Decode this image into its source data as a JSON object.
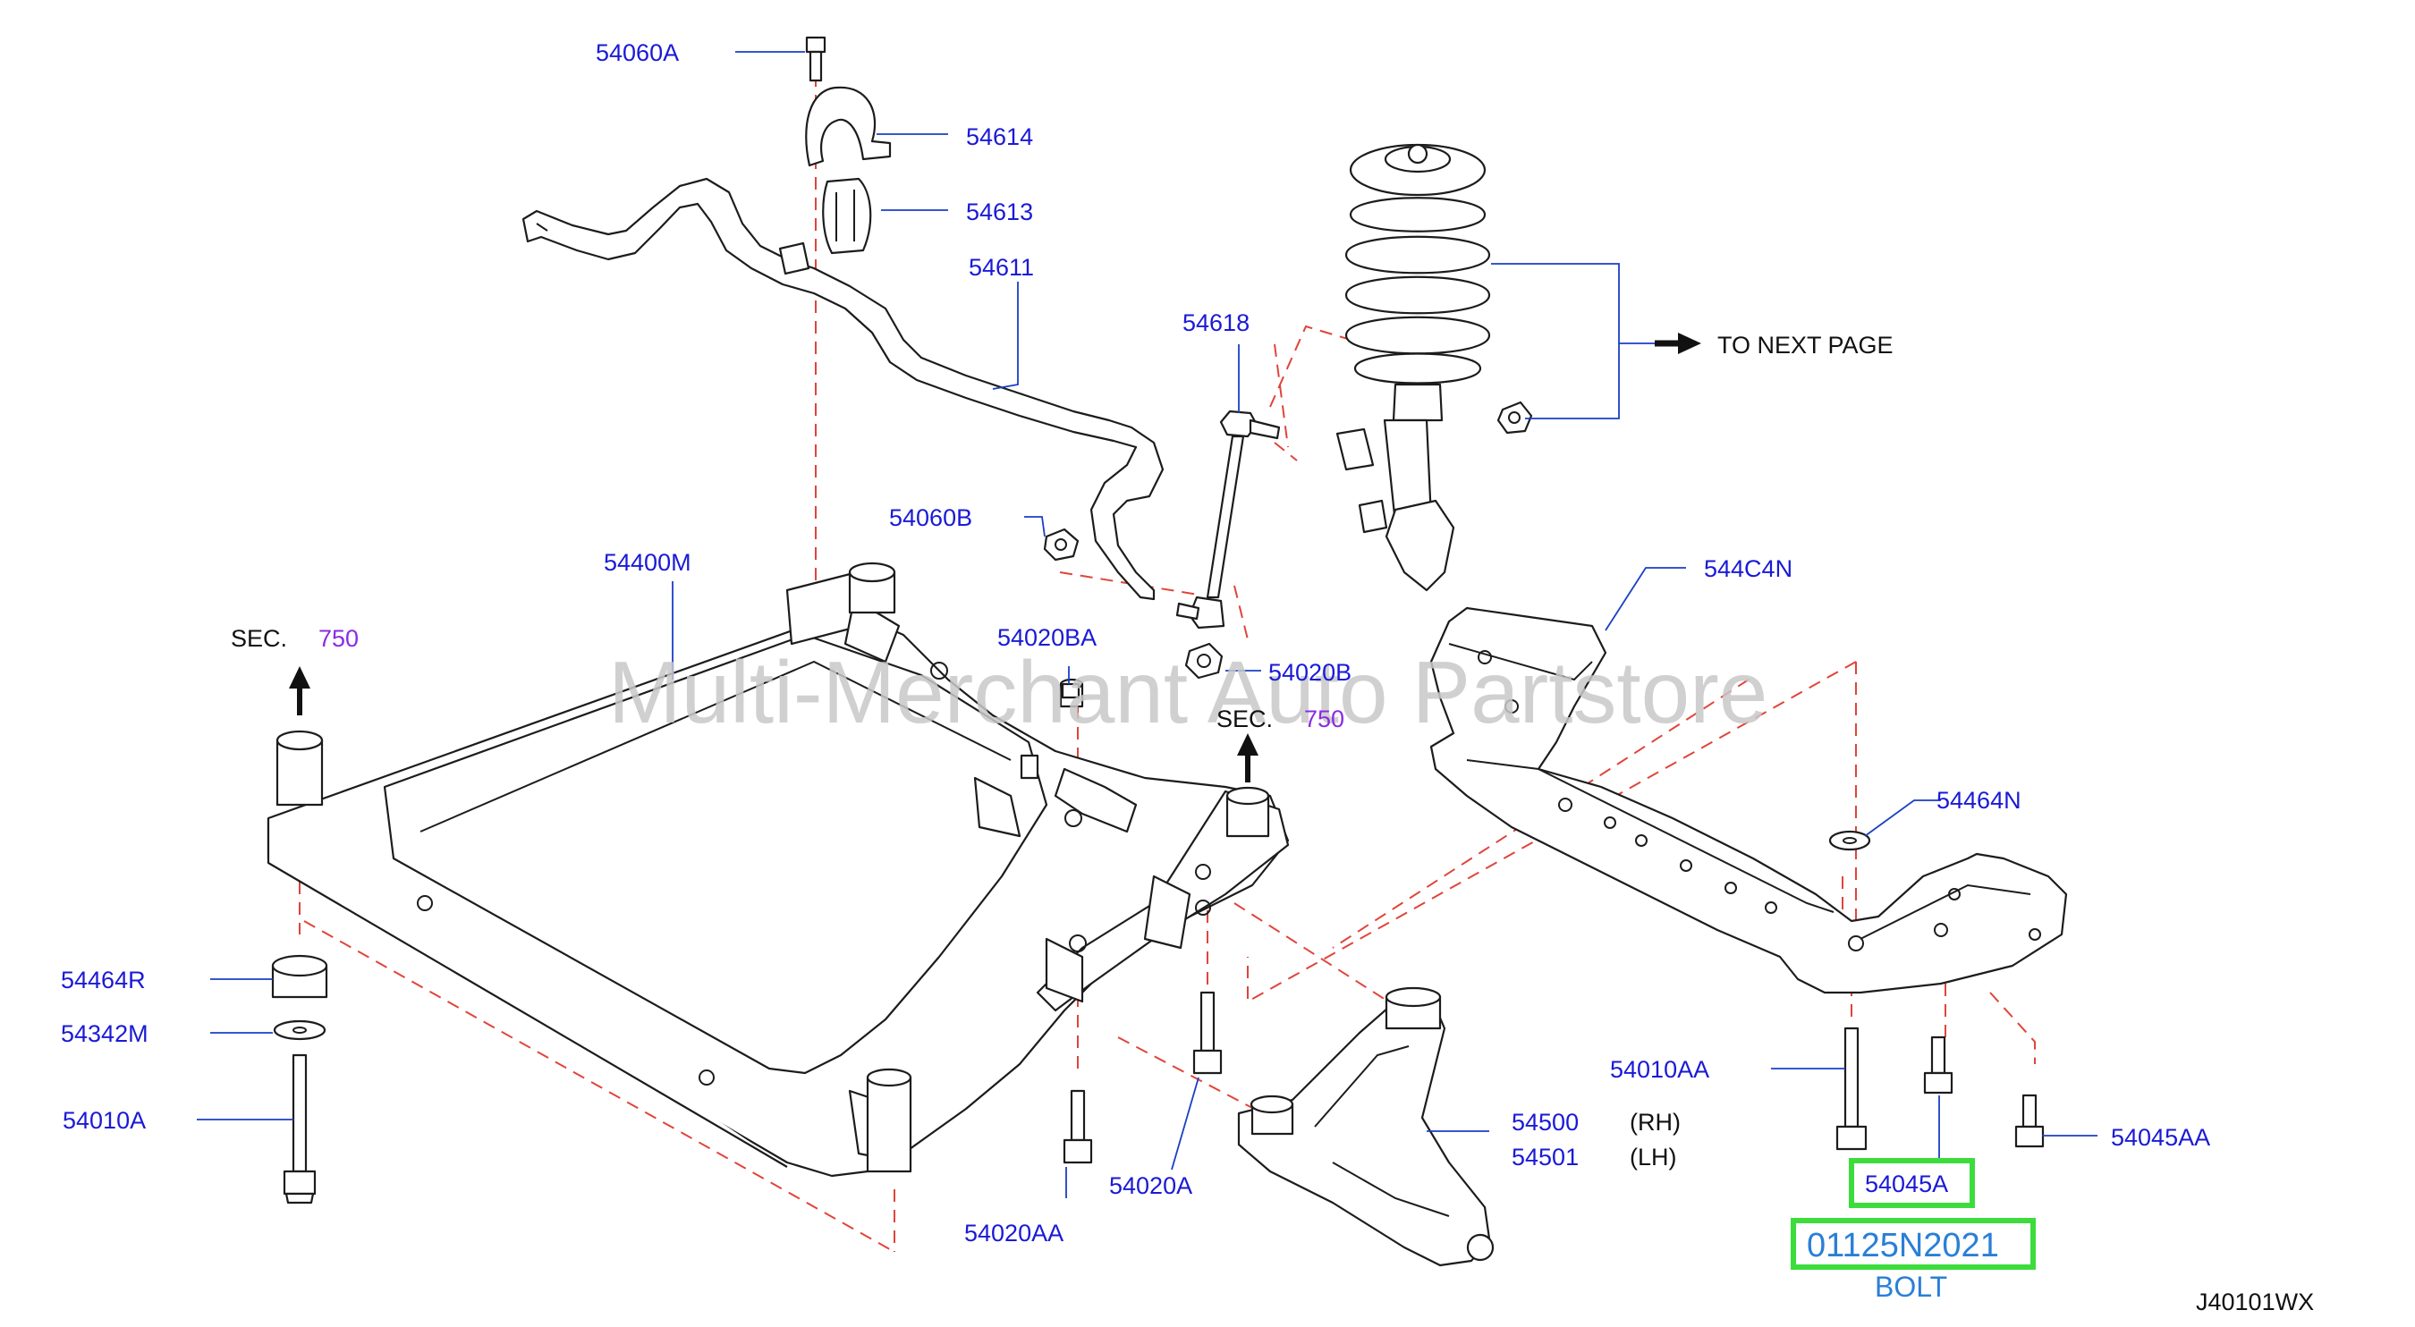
{
  "labels": {
    "p54060A": "54060A",
    "p54614": "54614",
    "p54613": "54613",
    "p54611": "54611",
    "p54618": "54618",
    "p54060B": "54060B",
    "p54400M": "54400M",
    "p54020BA": "54020BA",
    "p54020B": "54020B",
    "p544C4N": "544C4N",
    "p54464N": "54464N",
    "p54464R": "54464R",
    "p54342M": "54342M",
    "p54010A": "54010A",
    "p54010AA": "54010AA",
    "p54500": "54500",
    "p54501": "54501",
    "rh": "(RH)",
    "lh": "(LH)",
    "p54020AA": "54020AA",
    "p54020A": "54020A",
    "p54045A": "54045A",
    "p54045AA": "54045AA",
    "part_number": "01125N2021",
    "part_name": "BOLT",
    "to_next_page": "TO  NEXT  PAGE",
    "sec_left": "SEC.",
    "sec_left_num": "750",
    "sec_mid": "SEC.",
    "sec_mid_num": "750",
    "diagram_code": "J40101WX",
    "watermark": "Multi-Merchant Auto Partstore"
  },
  "colors": {
    "label_blue": "#1a1ad6",
    "sec_purple": "#8a2be2",
    "highlight_green": "#3ddc3d",
    "part_number_blue": "#2a7fd6",
    "dashed_red": "#e0443a"
  }
}
